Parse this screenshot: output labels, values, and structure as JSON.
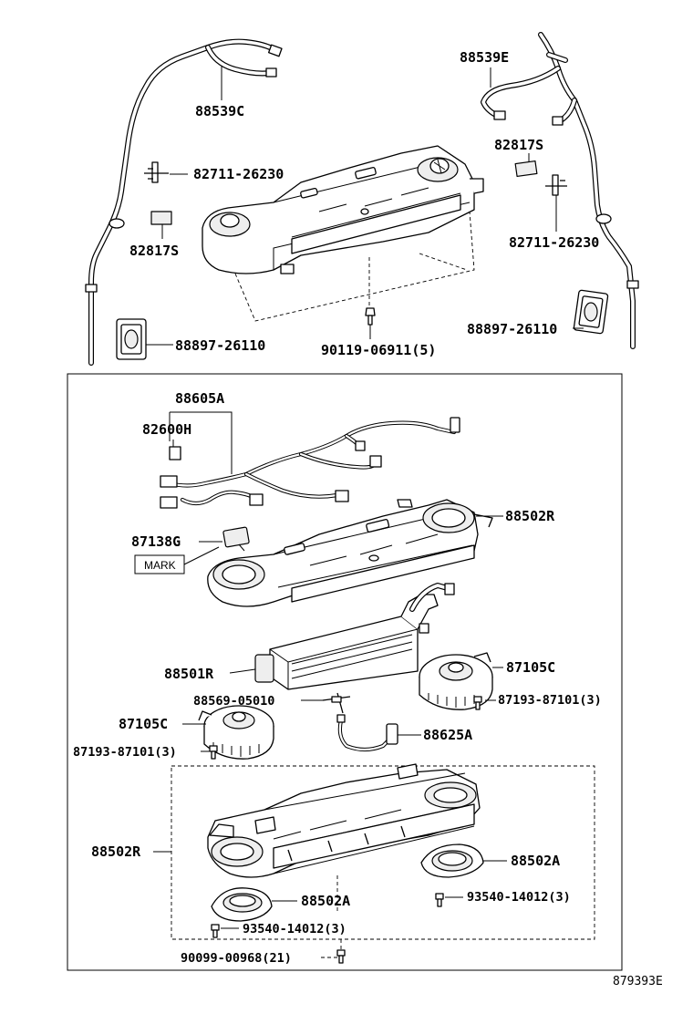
{
  "parts": {
    "p88539C": "88539C",
    "p88539E": "88539E",
    "p82711_left": "82711-26230",
    "p82711_right": "82711-26230",
    "p82817S_left": "82817S",
    "p82817S_right": "82817S",
    "p88897_left": "88897-26110",
    "p88897_right": "88897-26110",
    "p90119": "90119-06911(5)",
    "p88605A": "88605A",
    "p82600H": "82600H",
    "p88502R_top": "88502R",
    "p87138G": "87138G",
    "mark": "MARK",
    "p88501R": "88501R",
    "p87105C_right": "87105C",
    "p87193_right": "87193-87101(3)",
    "p88569": "88569-05010",
    "p87105C_left": "87105C",
    "p88625A": "88625A",
    "p87193_left": "87193-87101(3)",
    "p88502R_bottom": "88502R",
    "p88502A_right": "88502A",
    "p93540_right": "93540-14012(3)",
    "p88502A_left": "88502A",
    "p93540_left": "93540-14012(3)",
    "p90099": "90099-00968(21)"
  },
  "figure_ref": "879393E"
}
